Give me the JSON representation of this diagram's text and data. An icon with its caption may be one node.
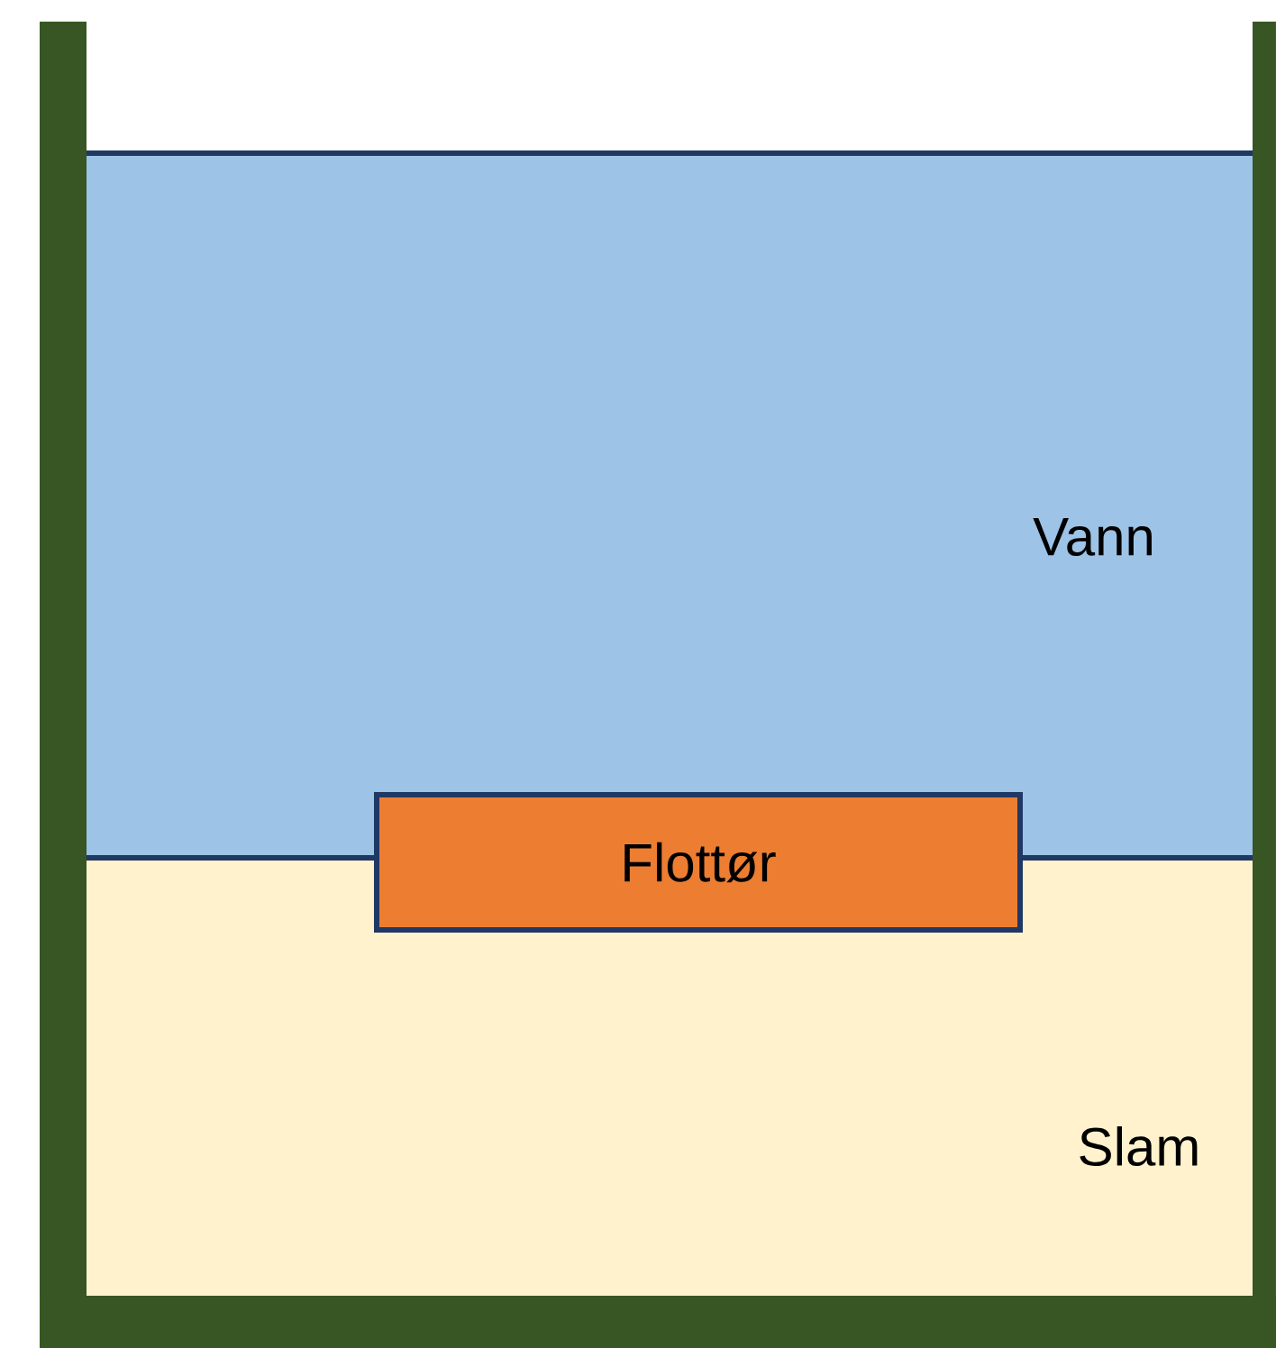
{
  "diagram": {
    "nodes": [
      {
        "text": [
          "Vann"
        ]
      },
      {
        "text": [
          "Slam"
        ]
      },
      {
        "text": [
          "Flottør"
        ]
      }
    ]
  }
}
